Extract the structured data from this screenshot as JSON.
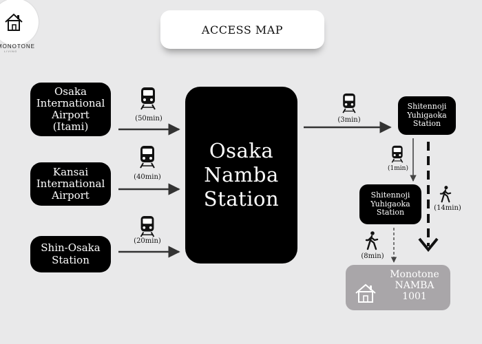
{
  "brand": {
    "name": "MONOTONE",
    "sub": "LIVING",
    "logo_icon": "house-icon"
  },
  "title": "ACCESS MAP",
  "origins": [
    {
      "name_lines": [
        "Osaka",
        "International",
        "Airport",
        "(Itami)"
      ],
      "duration": "(50min)",
      "mode": "train"
    },
    {
      "name_lines": [
        "Kansai",
        "International",
        "Airport"
      ],
      "duration": "(40min)",
      "mode": "train"
    },
    {
      "name_lines": [
        "Shin-Osaka",
        "Station"
      ],
      "duration": "(20min)",
      "mode": "train"
    }
  ],
  "hub": {
    "name_lines": [
      "Osaka",
      "Namba",
      "Station"
    ]
  },
  "hub_to_station": {
    "duration": "(3min)",
    "mode": "train"
  },
  "station_top": {
    "name_lines": [
      "Shitennoji",
      "Yuhigaoka",
      "Station"
    ]
  },
  "station_mid": {
    "name_lines": [
      "Shitennoji",
      "Yuhigaoka",
      "Station"
    ]
  },
  "top_to_mid": {
    "duration": "(1min)",
    "mode": "train"
  },
  "mid_to_dest": {
    "duration": "(8min)",
    "mode": "walk"
  },
  "top_to_dest": {
    "duration": "(14min)",
    "mode": "walk"
  },
  "destination": {
    "name_lines": [
      "Monotone",
      "NAMBA",
      "1001"
    ],
    "icon": "house-icon"
  },
  "colors": {
    "background": "#e9e9ea",
    "node": "#000000",
    "destination": "#a9a6a9",
    "arrow": "#333333"
  }
}
